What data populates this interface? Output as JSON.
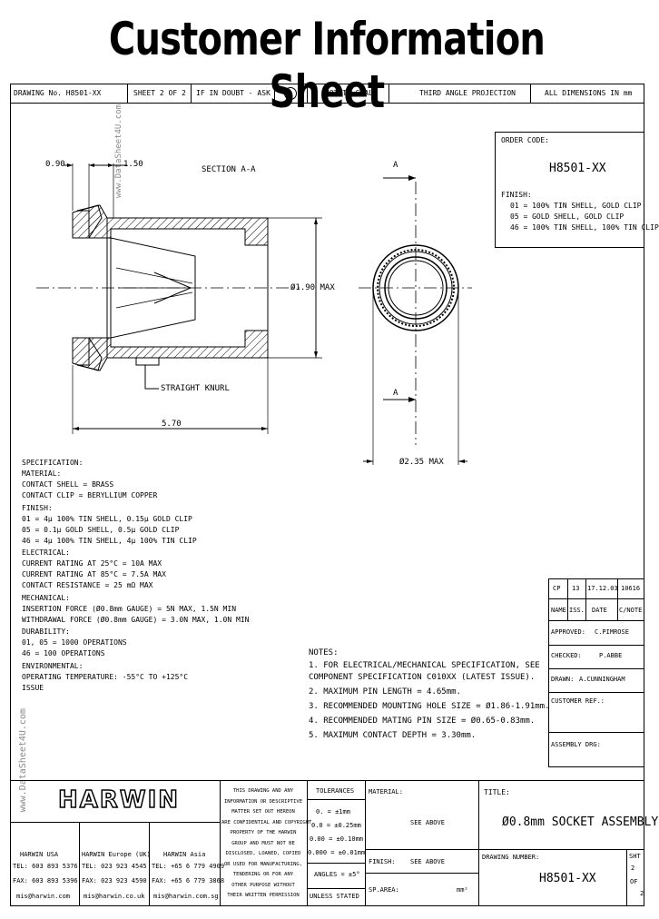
{
  "title": "Customer Information Sheet",
  "header_row": {
    "drawing_no": "DRAWING No. H8501-XX",
    "sheet": "SHEET 2 OF 2",
    "if_in_doubt": "IF IN DOUBT - ASK",
    "not_to_scale": "NOT TO SCALE",
    "projection": "THIRD ANGLE PROJECTION",
    "dimensions": "ALL DIMENSIONS IN mm"
  },
  "drawing": {
    "dim_090": "0.90",
    "dim_150": "1.50",
    "section_label": "SECTION A-A",
    "dim_dia_190": "Ø1.90 MAX",
    "dim_570": "5.70",
    "straight_knurl": "STRAIGHT KNURL",
    "dim_dia_235": "Ø2.35 MAX",
    "arrow_a_top": "A",
    "arrow_a_bottom": "A"
  },
  "order_code": {
    "label": "ORDER CODE:",
    "code": "H8501-XX",
    "finish_label": "FINISH:",
    "finishes": [
      "01 = 100% TIN SHELL, GOLD CLIP",
      "05 = GOLD SHELL, GOLD CLIP",
      "46 = 100% TIN SHELL, 100% TIN CLIP"
    ]
  },
  "specification": {
    "heading": "SPECIFICATION:",
    "lines": [
      "MATERIAL:",
      "  CONTACT SHELL = BRASS",
      "  CONTACT CLIP = BERYLLIUM COPPER",
      "FINISH:",
      "  01 = 4µ 100% TIN SHELL, 0.15µ GOLD CLIP",
      "  05 = 0.1µ GOLD SHELL, 0.5µ GOLD CLIP",
      "  46 = 4µ 100% TIN SHELL, 4µ 100% TIN CLIP",
      "ELECTRICAL:",
      "  CURRENT RATING AT 25°C = 10A MAX",
      "  CURRENT RATING AT 85°C = 7.5A MAX",
      "  CONTACT RESISTANCE = 25 mΩ MAX",
      "MECHANICAL:",
      "  INSERTION FORCE (Ø0.8mm GAUGE) = 5N MAX, 1.5N MIN",
      "  WITHDRAWAL FORCE (Ø0.8mm GAUGE) = 3.0N MAX, 1.0N MIN",
      "  DURABILITY:",
      "        01, 05 = 1000 OPERATIONS",
      "        46 = 100 OPERATIONS",
      "ENVIRONMENTAL:",
      "  OPERATING TEMPERATURE: -55°C TO +125°C",
      "  ISSUE",
      "  "
    ]
  },
  "revision": {
    "cp": "CP",
    "issue": "13",
    "date": "17.12.03",
    "ref": "10616",
    "h_name": "NAME",
    "h_iss": "ISS.",
    "h_date": "DATE",
    "h_cnote": "C/NOTE",
    "approved_label": "APPROVED:",
    "approved_val": "C.PIMROSE",
    "checked_label": "CHECKED:",
    "checked_val": "P.ABBE",
    "drawn_label": "DRAWN:",
    "drawn_val": "A.CUNNINGHAM",
    "customer_ref": "CUSTOMER REF.:",
    "assembly": "ASSEMBLY DRG:"
  },
  "notes": {
    "heading": "NOTES:",
    "items": [
      "1. FOR ELECTRICAL/MECHANICAL SPECIFICATION, SEE",
      "   COMPONENT SPECIFICATION C010XX (LATEST ISSUE).",
      "2. MAXIMUM PIN LENGTH = 4.65mm.",
      "3. RECOMMENDED MOUNTING HOLE SIZE = Ø1.86-1.91mm.",
      "4. RECOMMENDED MATING PIN SIZE = Ø0.65-0.83mm.",
      "5. MAXIMUM CONTACT DEPTH = 3.30mm."
    ]
  },
  "footer": {
    "logo": "HARWIN",
    "usa": [
      "HARWIN USA",
      "TEL: 603 893 5376",
      "FAX: 603 893 5396",
      "mis@harwin.com"
    ],
    "europe": [
      "HARWIN Europe (UK)",
      "TEL: 023 923 4545",
      "FAX: 023 923 4590",
      "mis@harwin.co.uk"
    ],
    "asia": [
      "HARWIN Asia",
      "TEL: +65 6 779 4909",
      "FAX: +65 6 779 3868",
      "mis@harwin.com.sg"
    ],
    "confidential": [
      "THIS DRAWING AND ANY",
      "INFORMATION OR DESCRIPTIVE",
      "MATTER SET OUT HEREON",
      "ARE CONFIDENTIAL AND COPYRIGHT",
      "PROPERTY OF THE HARWIN",
      "GROUP AND MUST NOT BE",
      "DISCLOSED, LOANED, COPIED",
      "OR USED FOR MANUFACTURING,",
      "TENDERING OR FOR ANY",
      "OTHER PURPOSE WITHOUT",
      "THEIR WRITTEN PERMISSION"
    ],
    "tolerances": {
      "heading": "TOLERANCES",
      "lines": [
        "0. = ±1mm",
        "0.0 = ±0.25mm",
        "0.00 = ±0.10mm",
        "0.000 = ±0.01mm"
      ],
      "angles": "ANGLES = ±5°",
      "unless": "UNLESS STATED"
    },
    "material_label": "MATERIAL:",
    "material_val": "SEE ABOVE",
    "finish_label": "FINISH:",
    "finish_val": "SEE ABOVE",
    "sparea_label": "SP.AREA:",
    "sparea_unit": "mm²",
    "title_label": "TITLE:",
    "title_val": "Ø0.8mm SOCKET ASSEMBLY",
    "drawing_label": "DRAWING NUMBER:",
    "drawing_val": "H8501-XX",
    "sht_label": "SHT",
    "sht_num": "2",
    "sht_of": "OF",
    "sht_total": "2"
  },
  "watermark": "www.DataSheet4U.com"
}
